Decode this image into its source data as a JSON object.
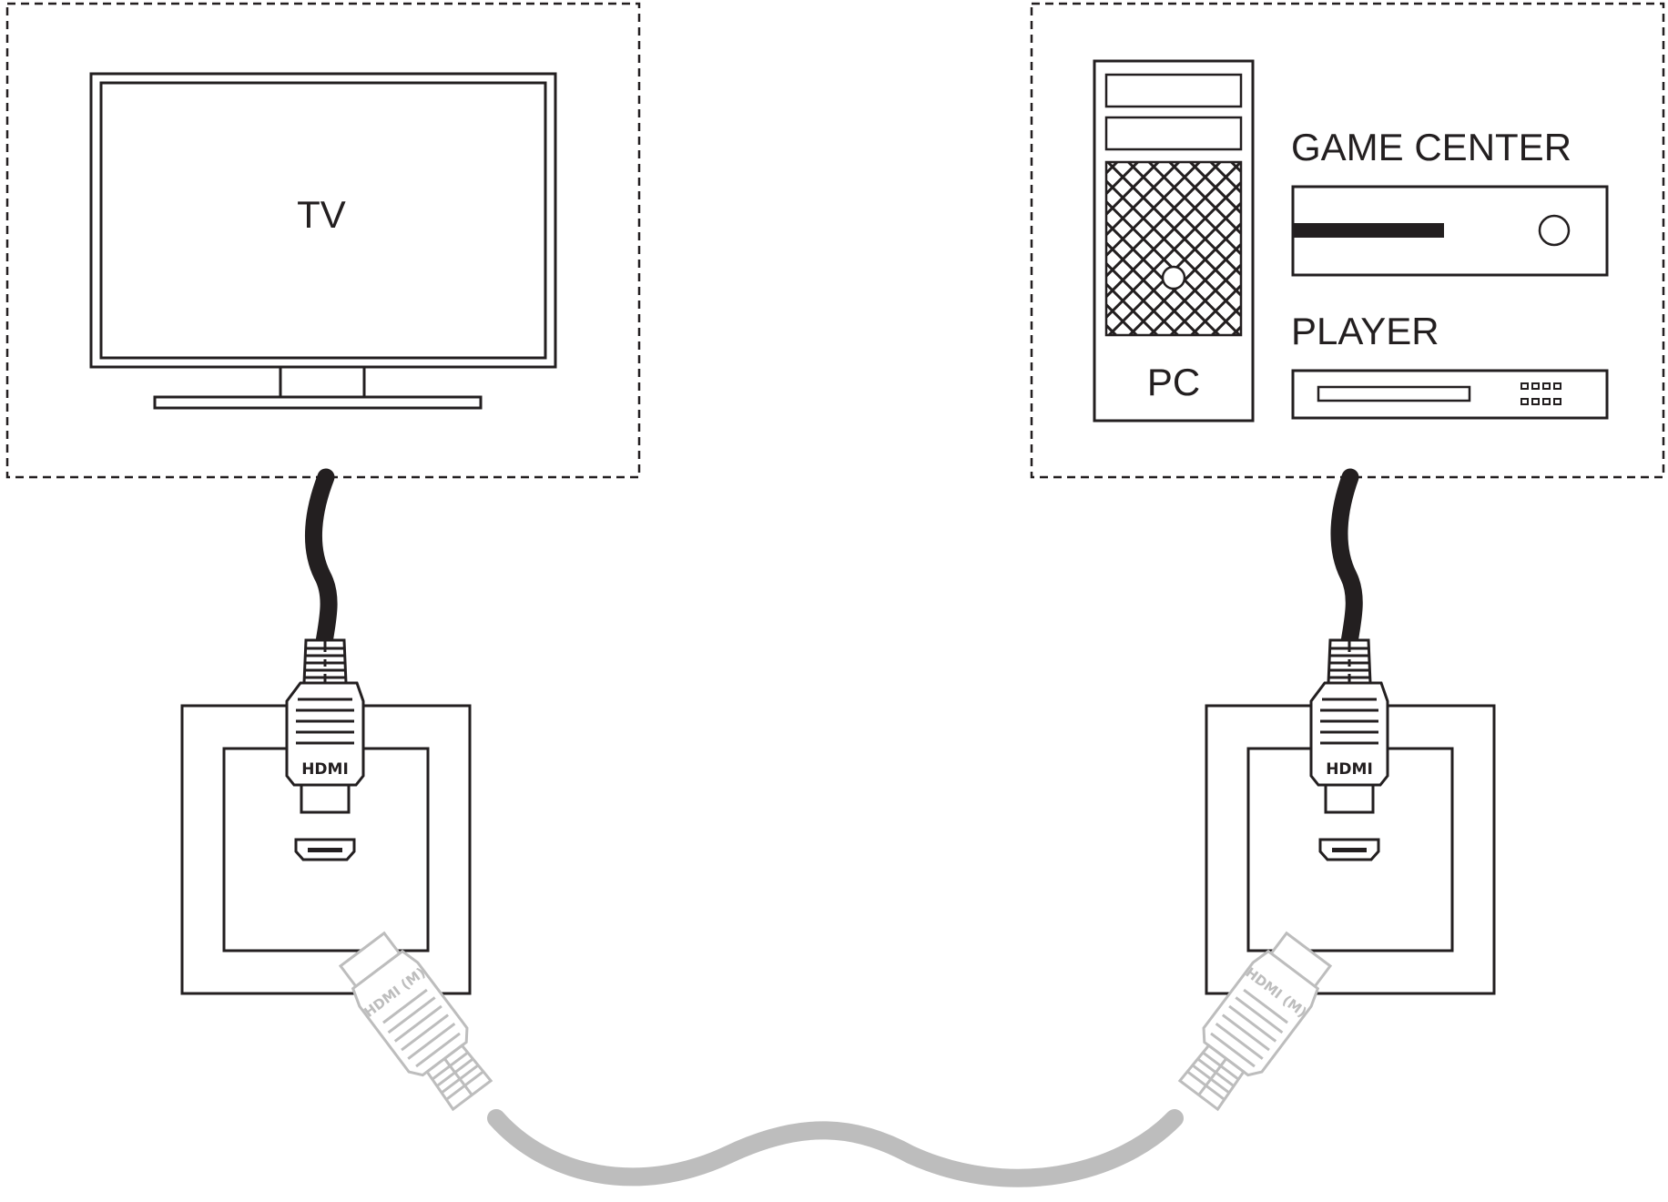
{
  "labels": {
    "tv": "TV",
    "pc": "PC",
    "game_center": "GAME CENTER",
    "player": "PLAYER",
    "hdmi_plug_left": "HDMI",
    "hdmi_plug_right": "HDMI",
    "hdmi_m_left": "HDMI (M)",
    "hdmi_m_right": "HDMI (M)"
  },
  "colors": {
    "line": "#231f20",
    "cable_grey": "#bdbdbd",
    "background": "#ffffff"
  }
}
